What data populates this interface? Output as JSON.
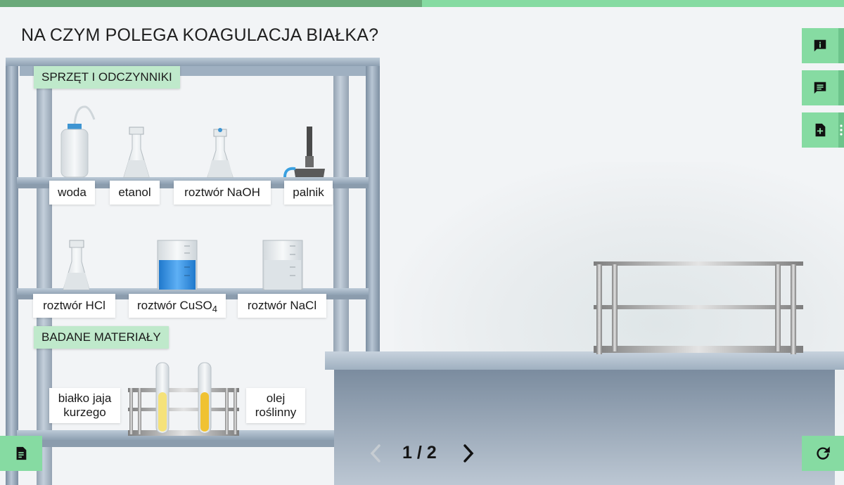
{
  "progress": {
    "fraction": 0.5
  },
  "title": "NA CZYM POLEGA KOAGULACJA BIAŁKA?",
  "sections": {
    "equipment": "SPRZĘT I ODCZYNNIKI",
    "materials": "BADANE MATERIAŁY"
  },
  "shelf_items": {
    "water": "woda",
    "ethanol": "etanol",
    "naoh": "roztwór NaOH",
    "burner": "palnik",
    "hcl": "roztwór HCl",
    "cuso4": "roztwór CuSO",
    "cuso4_sub": "4",
    "nacl": "roztwór NaCl"
  },
  "materials": {
    "egg_line1": "białko jaja",
    "egg_line2": "kurzego",
    "oil_line1": "olej",
    "oil_line2": "roślinny"
  },
  "pager": {
    "text": "1 / 2"
  },
  "icons": {
    "info": "info-icon",
    "comment": "comment-icon",
    "add_note": "add-note-icon",
    "more": "more-vertical-icon",
    "notes": "notes-icon",
    "reset": "refresh-icon",
    "prev": "chevron-left-icon",
    "next": "chevron-right-icon"
  },
  "colors": {
    "accent": "#86dba2",
    "accent_dark": "#6aa97a",
    "section_chip": "#bfe9cb",
    "cuso4_liquid": "#2f8fe0",
    "egg_liquid": "#f5e27a",
    "oil_liquid": "#f0c232"
  }
}
